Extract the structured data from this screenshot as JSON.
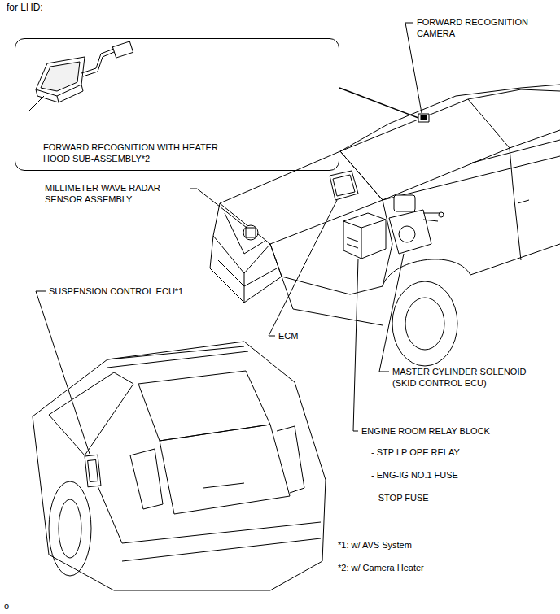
{
  "diagram": {
    "title": "for LHD:",
    "nodes": [
      {
        "text": [
          "FORWARD RECOGNITION WITH HEATER HOOD SUB-ASSEMBLY*2"
        ]
      }
    ],
    "labels": [
      "FORWARD RECOGNITION CAMERA",
      "MILLIMETER WAVE RADAR SENSOR ASSEMBLY",
      "SUSPENSION CONTROL ECU*1",
      "ECM",
      "MASTER CYLINDER SOLENOID (SKID CONTROL ECU)",
      "ENGINE ROOM RELAY BLOCK",
      "- STP LP OPE RELAY",
      "- ENG-IG NO.1 FUSE",
      "- STOP FUSE",
      "*1: w/ AVS System",
      "*2: w/ Camera Heater",
      "o"
    ]
  }
}
